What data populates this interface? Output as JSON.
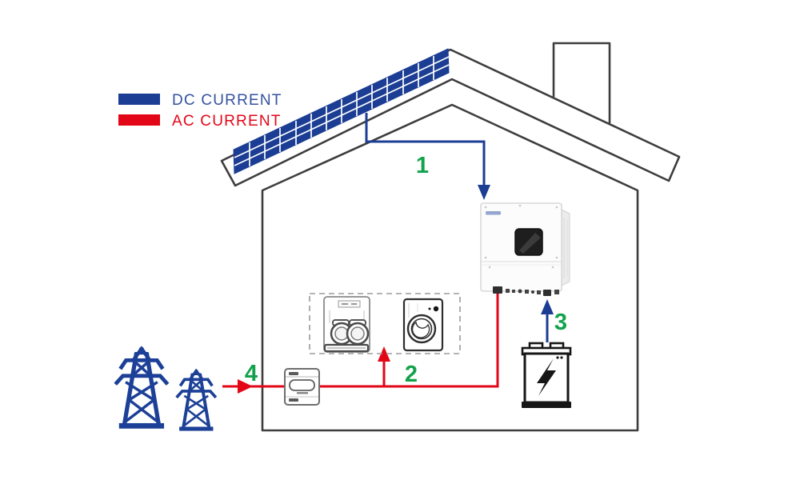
{
  "diagram": {
    "legend": {
      "items": [
        {
          "label": "DC CURRENT",
          "swatch_color": "#1b3d93",
          "label_color": "#33519f"
        },
        {
          "label": "AC CURRENT",
          "swatch_color": "#e30617",
          "label_color": "#e30617"
        }
      ]
    },
    "flow_labels": [
      {
        "number": "1",
        "route": "solar-panel-to-inverter",
        "current_color": "#1b3d93"
      },
      {
        "number": "2",
        "route": "to-home-appliances",
        "current_color": "#e30617"
      },
      {
        "number": "3",
        "route": "battery-to-inverter",
        "current_color": "#1b3d93"
      },
      {
        "number": "4",
        "route": "grid-to-house",
        "current_color": "#e30617"
      }
    ],
    "colors": {
      "dc": "#1b3d93",
      "ac": "#e30617",
      "flow_number_green": "#12a24b",
      "house_outline": "#3d3d3d",
      "grid_tower_blue": "#1c4097",
      "battery_outline": "#161616",
      "solar_cell_blue": "#1b3d93"
    },
    "components": [
      {
        "name": "solar-panel",
        "icon": "solar-panel-icon"
      },
      {
        "name": "house-with-chimney",
        "icon": "house-outline-icon"
      },
      {
        "name": "hybrid-inverter",
        "icon": "inverter-icon"
      },
      {
        "name": "battery",
        "icon": "battery-lightning-icon"
      },
      {
        "name": "induction-cooker",
        "icon": "cooker-icon"
      },
      {
        "name": "washing-machine",
        "icon": "washing-machine-icon"
      },
      {
        "name": "energy-meter",
        "icon": "energy-meter-icon"
      },
      {
        "name": "transmission-towers",
        "icon": "grid-tower-icon"
      }
    ]
  }
}
